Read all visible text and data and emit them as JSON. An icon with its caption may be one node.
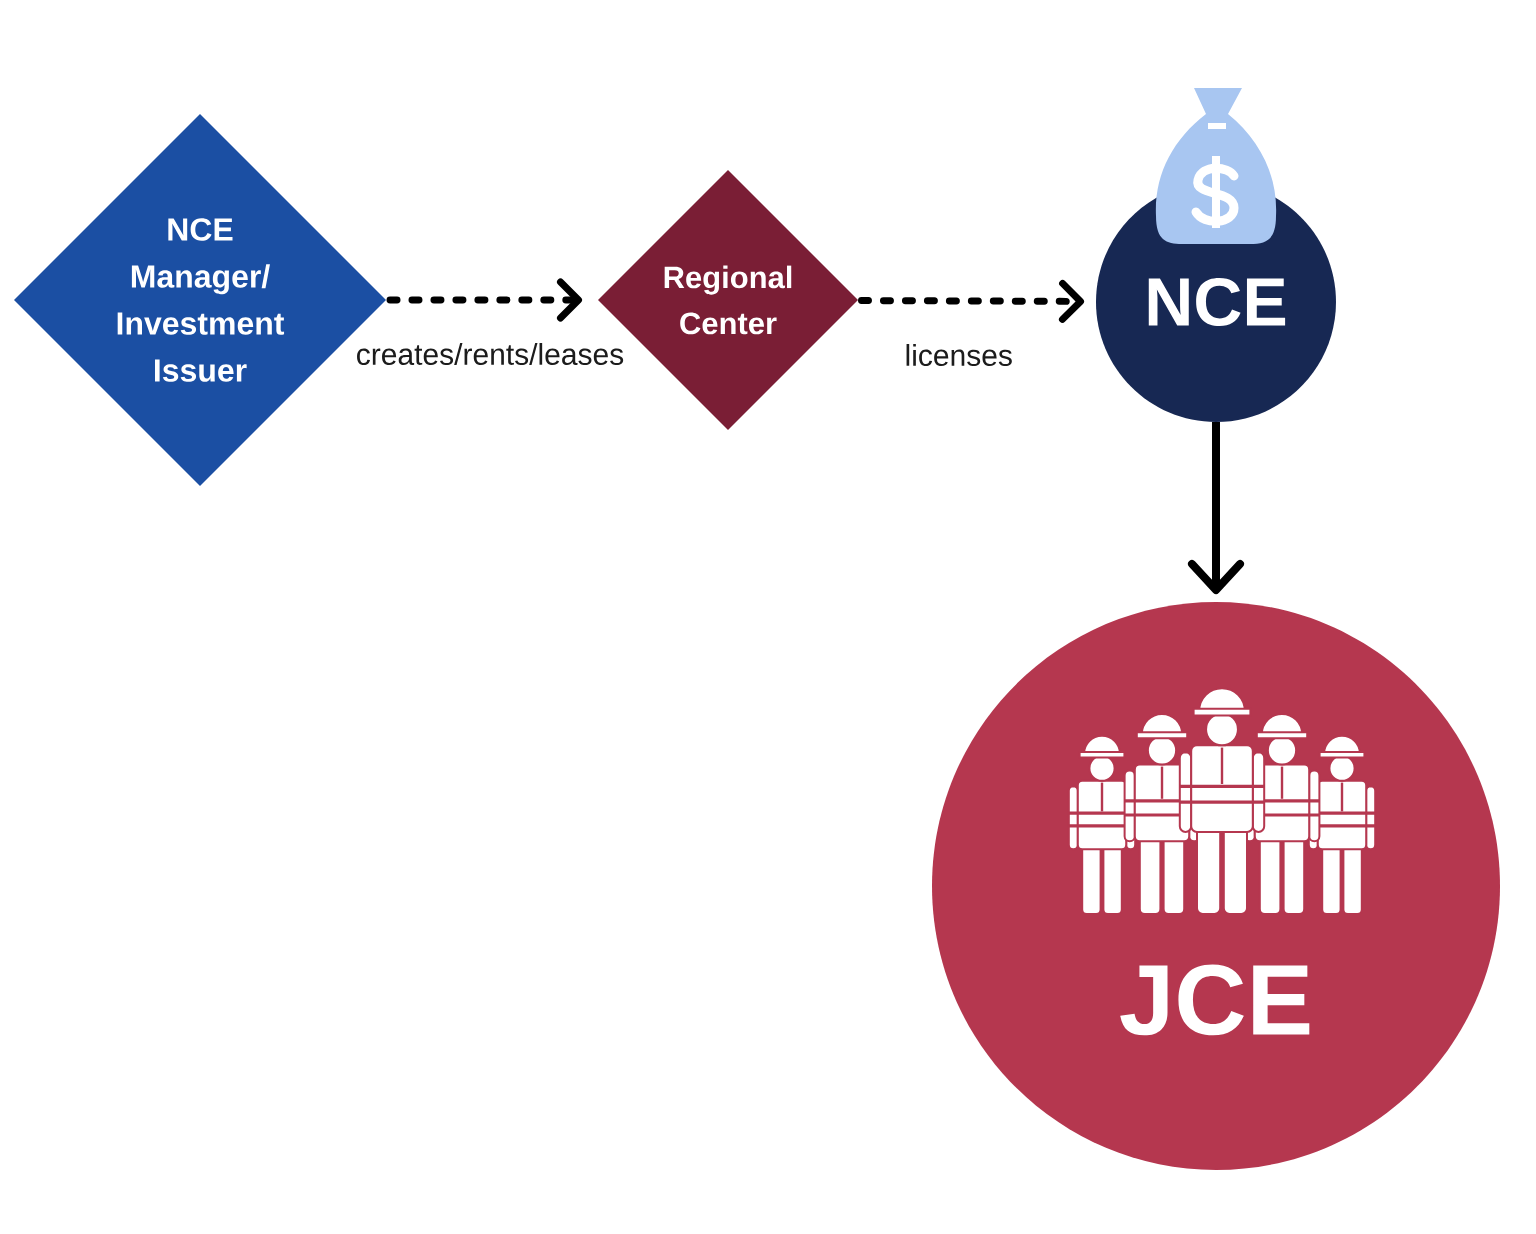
{
  "diagram": {
    "nodes": [
      {
        "text": [
          "NCE Manager/ Investment Issuer"
        ]
      },
      {
        "text": [
          "Regional Center"
        ]
      },
      {
        "text": [
          "NCE"
        ]
      },
      {
        "text": [
          "JCE"
        ]
      }
    ],
    "edges": [
      {
        "from": 0,
        "to": 1,
        "arrow": "to",
        "label": "creates/rents/leases",
        "style": "dashed"
      },
      {
        "from": 1,
        "to": 2,
        "arrow": "to",
        "label": "licenses",
        "style": "dashed"
      },
      {
        "from": 2,
        "to": 3,
        "arrow": "to"
      }
    ]
  }
}
